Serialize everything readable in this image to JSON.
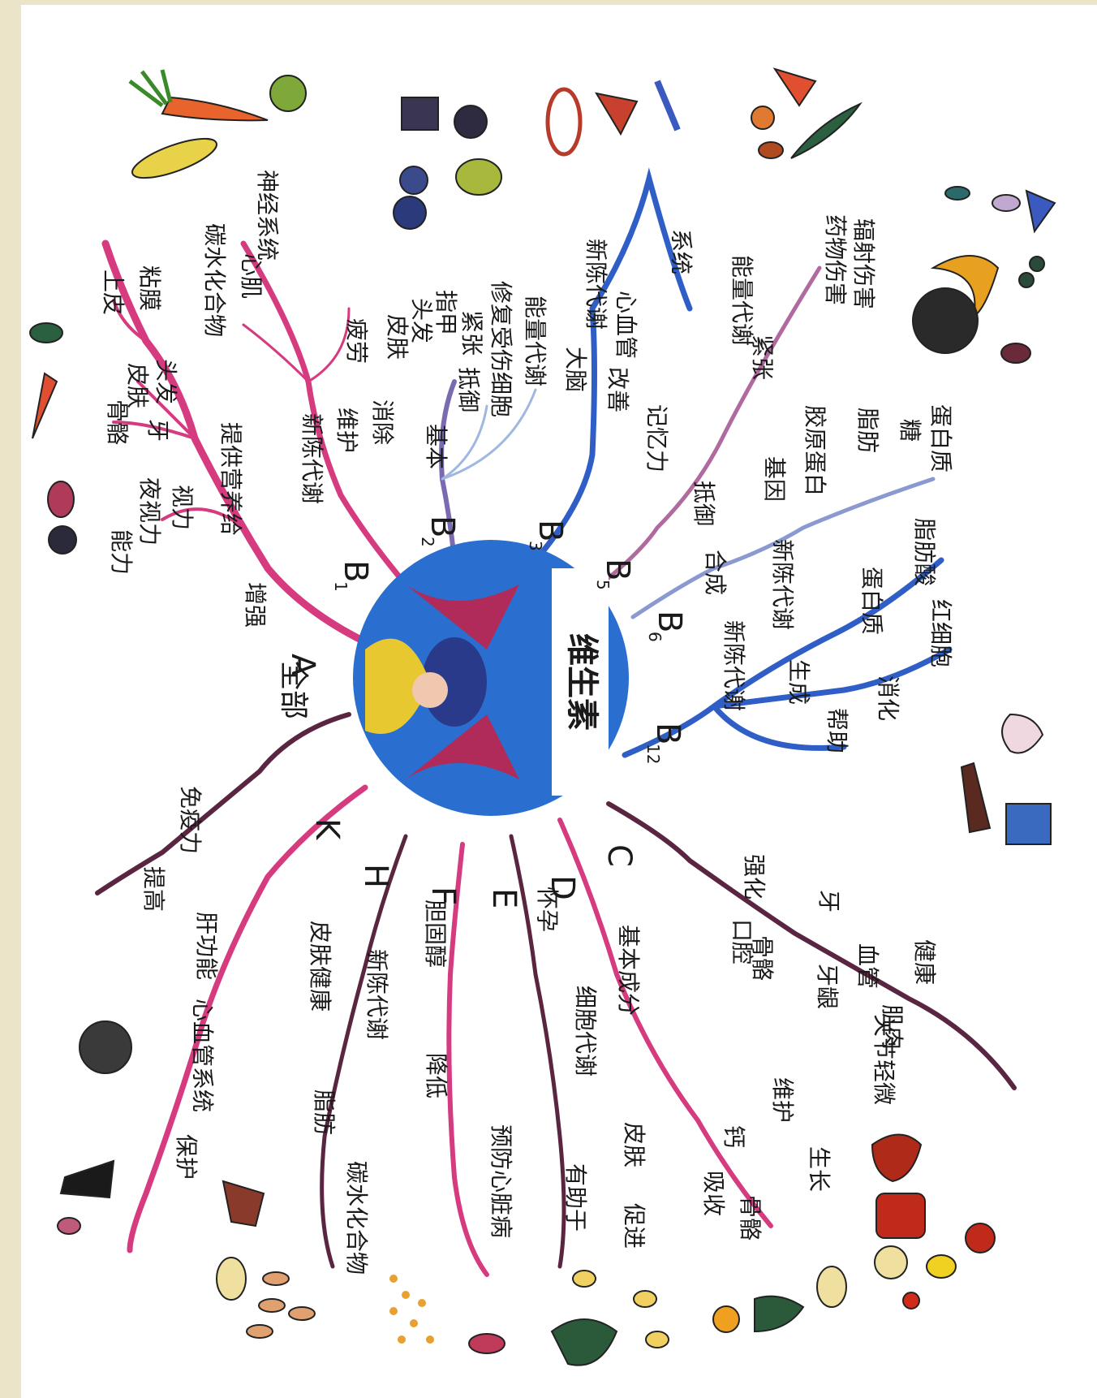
{
  "center": {
    "title": "维生素"
  },
  "colors": {
    "pink": "#d63a7f",
    "blue": "#2f5fc6",
    "dark": "#5a2540",
    "hub": "#2a6fd0",
    "paper": "#ffffff",
    "frame": "#ece4c9"
  },
  "branches": {
    "A": {
      "name": "A",
      "labels": [
        "全部",
        "提供营养给",
        "头发",
        "牙",
        "皮肤",
        "骨骼",
        "上皮",
        "粘膜",
        "视力",
        "夜视力",
        "增强",
        "能力"
      ]
    },
    "B1": {
      "name": "B",
      "sub": "1",
      "labels": [
        "新陈代谢",
        "碳水化合物",
        "心肌",
        "神经系统",
        "维护",
        "消除",
        "疲劳"
      ]
    },
    "B2": {
      "name": "B",
      "sub": "2",
      "labels": [
        "基本",
        "皮肤",
        "头发",
        "指甲",
        "抵御",
        "紧张",
        "修复受伤细胞",
        "能量代谢"
      ]
    },
    "B3": {
      "name": "B",
      "sub": "3",
      "labels": [
        "大脑",
        "新陈代谢",
        "改善",
        "心血管",
        "系统"
      ]
    },
    "B5": {
      "name": "B",
      "sub": "5",
      "labels": [
        "记忆力",
        "抵御",
        "能量代谢",
        "紧张",
        "药物伤害",
        "辐射伤害"
      ]
    },
    "B6": {
      "name": "B",
      "sub": "6",
      "labels": [
        "合成",
        "基因",
        "胶原蛋白",
        "新陈代谢",
        "脂肪",
        "糖",
        "蛋白质",
        "脂肪酸"
      ]
    },
    "B12": {
      "name": "B",
      "sub": "12",
      "labels": [
        "新陈代谢",
        "蛋白质",
        "生成",
        "红细胞",
        "帮助",
        "消化"
      ]
    },
    "C": {
      "name": "C",
      "labels": [
        "强化",
        "牙",
        "口腔",
        "骨骼",
        "牙龈",
        "血管",
        "健康",
        "肌肉",
        "关节轻微"
      ]
    },
    "D": {
      "name": "D",
      "labels": [
        "基本成分",
        "吸收",
        "钙",
        "骨骼",
        "维护",
        "生长"
      ]
    },
    "E": {
      "name": "E",
      "labels": [
        "怀孕",
        "细胞代谢",
        "有助于",
        "促进",
        "皮肤"
      ]
    },
    "F": {
      "name": "F",
      "labels": [
        "胆固醇",
        "降低",
        "预防心脏病"
      ]
    },
    "H": {
      "name": "H",
      "labels": [
        "皮肤健康",
        "新陈代谢",
        "脂肪",
        "碳水化合物"
      ]
    },
    "K": {
      "name": "K",
      "labels": [
        "肝功能",
        "保护",
        "心血管系统",
        "提高",
        "免疫力"
      ]
    }
  }
}
